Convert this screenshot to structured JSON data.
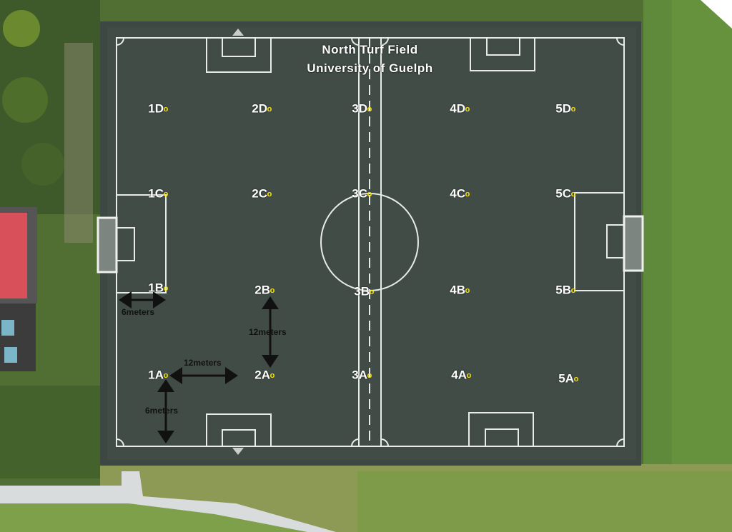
{
  "title": {
    "line1": "North Turf Field",
    "line2": "University of Guelph"
  },
  "points": [
    {
      "label": "1D",
      "col": 1,
      "row": "D"
    },
    {
      "label": "2D",
      "col": 2,
      "row": "D"
    },
    {
      "label": "3D",
      "col": 3,
      "row": "D"
    },
    {
      "label": "4D",
      "col": 4,
      "row": "D"
    },
    {
      "label": "5D",
      "col": 5,
      "row": "D"
    },
    {
      "label": "1C",
      "col": 1,
      "row": "C"
    },
    {
      "label": "2C",
      "col": 2,
      "row": "C"
    },
    {
      "label": "3C",
      "col": 3,
      "row": "C"
    },
    {
      "label": "4C",
      "col": 4,
      "row": "C"
    },
    {
      "label": "5C",
      "col": 5,
      "row": "C"
    },
    {
      "label": "1B",
      "col": 1,
      "row": "B"
    },
    {
      "label": "2B",
      "col": 2,
      "row": "B"
    },
    {
      "label": "3B",
      "col": 3,
      "row": "B"
    },
    {
      "label": "4B",
      "col": 4,
      "row": "B"
    },
    {
      "label": "5B",
      "col": 5,
      "row": "B"
    },
    {
      "label": "1A",
      "col": 1,
      "row": "A"
    },
    {
      "label": "2A",
      "col": 2,
      "row": "A"
    },
    {
      "label": "3A",
      "col": 3,
      "row": "A"
    },
    {
      "label": "4A",
      "col": 4,
      "row": "A"
    },
    {
      "label": "5A",
      "col": 5,
      "row": "A"
    }
  ],
  "point_marker": "o",
  "measurements": {
    "horizontal_12": "12meters",
    "vertical_12": "12meters",
    "horizontal_6": "6meters",
    "vertical_6": "6meters"
  },
  "colors": {
    "field": "#3c4540",
    "grass": "#5a7a3a",
    "lines": "#e8ece8",
    "label": "#ffffff",
    "marker": "#f5e000",
    "arrow": "#111111",
    "roof": "#d8505a"
  }
}
